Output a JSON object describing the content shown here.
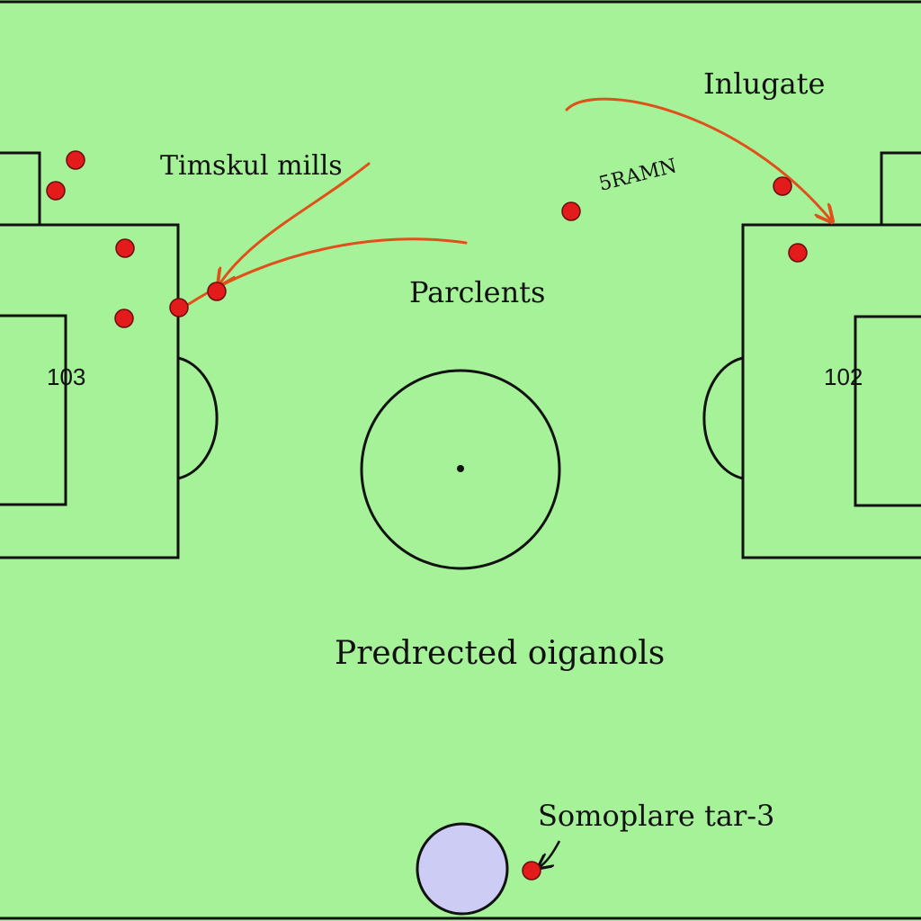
{
  "colors": {
    "pitch": "#a6f298",
    "lines": "#111111",
    "player": "#e31b1b",
    "arrow": "#e0501a",
    "ball": "#ccccf5"
  },
  "labels": {
    "top_left": "Timskul mills",
    "top_right": "Inlugate",
    "center_top": "5RAMN",
    "middle": "Parclents",
    "left_box_number": "103",
    "right_box_number": "102",
    "bottom_center": "Predrected oiganols",
    "bottom_right": "Somoplare tar-3"
  }
}
